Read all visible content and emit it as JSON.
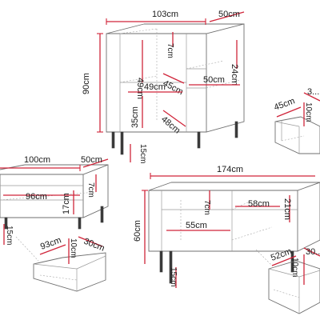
{
  "colors": {
    "dimension": "#d0253a",
    "outline": "#6f6f6f",
    "legs": "#3a3a3a"
  },
  "sideboard": {
    "width": "103cm",
    "depth": "50cm",
    "height": "90cm",
    "upper_shelf_height": "49cm",
    "upper_shelf_width": "49cm",
    "upper_shelf_depth": "45cm",
    "drawer_height": "7cm",
    "right_compartment_height": "24cm",
    "right_compartment_width": "50cm",
    "lower_shelf_height": "35cm",
    "lower_shelf_depth": "48cm",
    "leg_height": "15cm"
  },
  "sideboard_drawer": {
    "width": "45cm",
    "height": "10cm",
    "depth": "3..."
  },
  "tv_bench_small": {
    "width": "100cm",
    "depth": "50cm",
    "inner_width": "96cm",
    "inner_height": "17cm",
    "drawer_height": "7cm",
    "leg_height": "15cm"
  },
  "tv_bench_small_drawer": {
    "width": "93cm",
    "height": "10cm",
    "depth": "30cm"
  },
  "tv_bench_large": {
    "width": "174cm",
    "height": "60cm",
    "drawer_height": "7cm",
    "middle_width": "58cm",
    "middle_height": "21cm",
    "left_width": "55cm",
    "leg_height": "15cm"
  },
  "tv_bench_large_drawer": {
    "width": "52cm",
    "height": "10cm",
    "depth": "30..."
  }
}
